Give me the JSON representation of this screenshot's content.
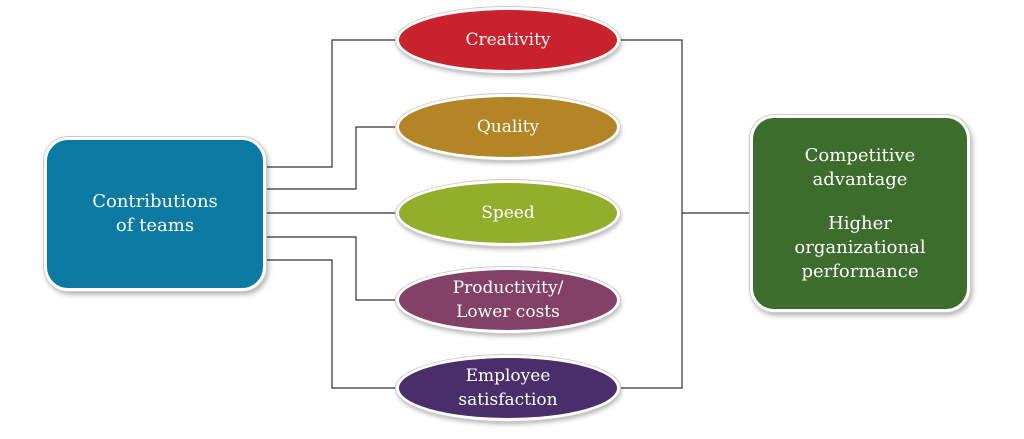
{
  "source": {
    "label_line1": "Contributions",
    "label_line2": "of teams",
    "color": "#0b7aa2"
  },
  "contributions": [
    {
      "label_line1": "Creativity",
      "label_line2": "",
      "color": "#c8232c"
    },
    {
      "label_line1": "Quality",
      "label_line2": "",
      "color": "#b38524"
    },
    {
      "label_line1": "Speed",
      "label_line2": "",
      "color": "#93ae2b"
    },
    {
      "label_line1": "Productivity/",
      "label_line2": "Lower costs",
      "color": "#834166"
    },
    {
      "label_line1": "Employee",
      "label_line2": "satisfaction",
      "color": "#4a2e6a"
    }
  ],
  "outcome": {
    "line1": "Competitive",
    "line2": "advantage",
    "line3": "Higher",
    "line4": "organizational",
    "line5": "performance",
    "color": "#3d6d2c"
  }
}
